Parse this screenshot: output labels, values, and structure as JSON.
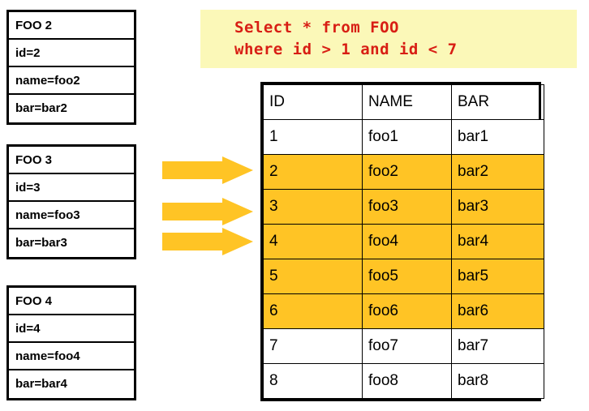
{
  "entity_boxes": [
    {
      "title": "FOO 2",
      "fields": [
        "id=2",
        "name=foo2",
        "bar=bar2"
      ]
    },
    {
      "title": "FOO 3",
      "fields": [
        "id=3",
        "name=foo3",
        "bar=bar3"
      ]
    },
    {
      "title": "FOO 4",
      "fields": [
        "id=4",
        "name=foo4",
        "bar=bar4"
      ]
    }
  ],
  "arrows": {
    "count": 3,
    "direction": "right",
    "color": "#ffc425",
    "icon": "arrow-right-icon"
  },
  "sql": {
    "line1": "Select * from FOO",
    "line2": "where id > 1 and id < 7",
    "text_color": "#d81e14",
    "background_color": "#fbf8b8"
  },
  "result_table": {
    "columns": [
      "ID",
      "NAME",
      "BAR"
    ],
    "highlight_color": "#ffc425",
    "rows": [
      {
        "id": "1",
        "name": "foo1",
        "bar": "bar1",
        "highlighted": false
      },
      {
        "id": "2",
        "name": "foo2",
        "bar": "bar2",
        "highlighted": true
      },
      {
        "id": "3",
        "name": "foo3",
        "bar": "bar3",
        "highlighted": true
      },
      {
        "id": "4",
        "name": "foo4",
        "bar": "bar4",
        "highlighted": true
      },
      {
        "id": "5",
        "name": "foo5",
        "bar": "bar5",
        "highlighted": true
      },
      {
        "id": "6",
        "name": "foo6",
        "bar": "bar6",
        "highlighted": true
      },
      {
        "id": "7",
        "name": "foo7",
        "bar": "bar7",
        "highlighted": false
      },
      {
        "id": "8",
        "name": "foo8",
        "bar": "bar8",
        "highlighted": false
      }
    ]
  }
}
